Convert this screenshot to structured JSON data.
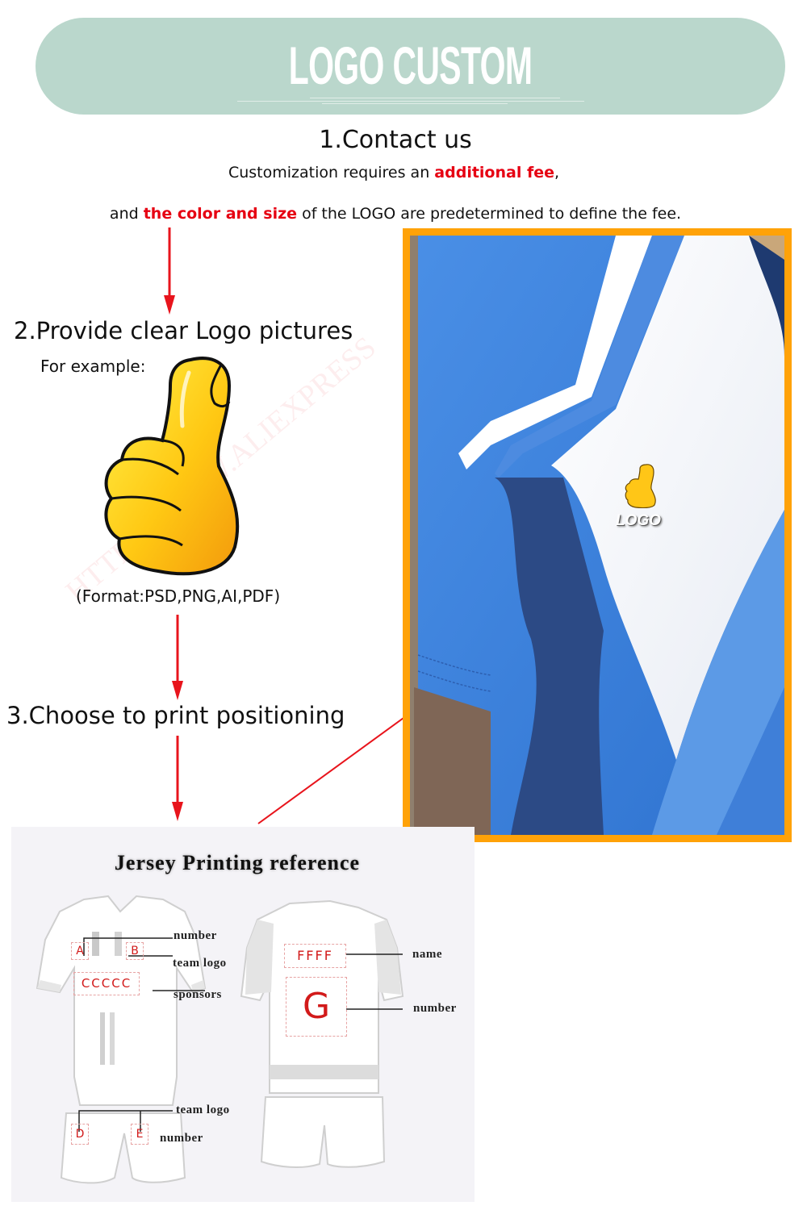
{
  "banner": {
    "title": "LOGO CUSTOM",
    "background": "#bad7cc"
  },
  "step1": {
    "heading": "1.Contact us",
    "line1_prefix": "Customization requires an ",
    "line1_highlight": "additional fee",
    "line1_suffix": ",",
    "line2_prefix": "and ",
    "line2_highlight": "the color and size",
    "line2_suffix": " of the LOGO are predetermined to define the fee."
  },
  "step2": {
    "heading": "2.Provide clear Logo pictures",
    "example_label": "For example:",
    "example_icon": "thumbs-up-icon",
    "format_note": "(Format:PSD,PNG,AI,PDF)"
  },
  "step3": {
    "heading": "3.Choose to print positioning"
  },
  "photo": {
    "logo_caption": "LOGO",
    "border_color": "#ffa208"
  },
  "reference": {
    "title": "Jersey  Printing  reference",
    "front": {
      "box_a": "A",
      "box_b": "B",
      "box_c": "CCCCC",
      "label_number": "number",
      "label_team_logo": "team  logo",
      "label_sponsors": "sponsors"
    },
    "back": {
      "box_f": "FFFF",
      "box_g": "G",
      "label_name": "name",
      "label_number": "number"
    },
    "shorts": {
      "box_d": "D",
      "box_e": "E",
      "label_team_logo": "team  logo",
      "label_number": "number"
    }
  },
  "colors": {
    "accent_red": "#e60012",
    "arrow_red": "#e8141c"
  }
}
